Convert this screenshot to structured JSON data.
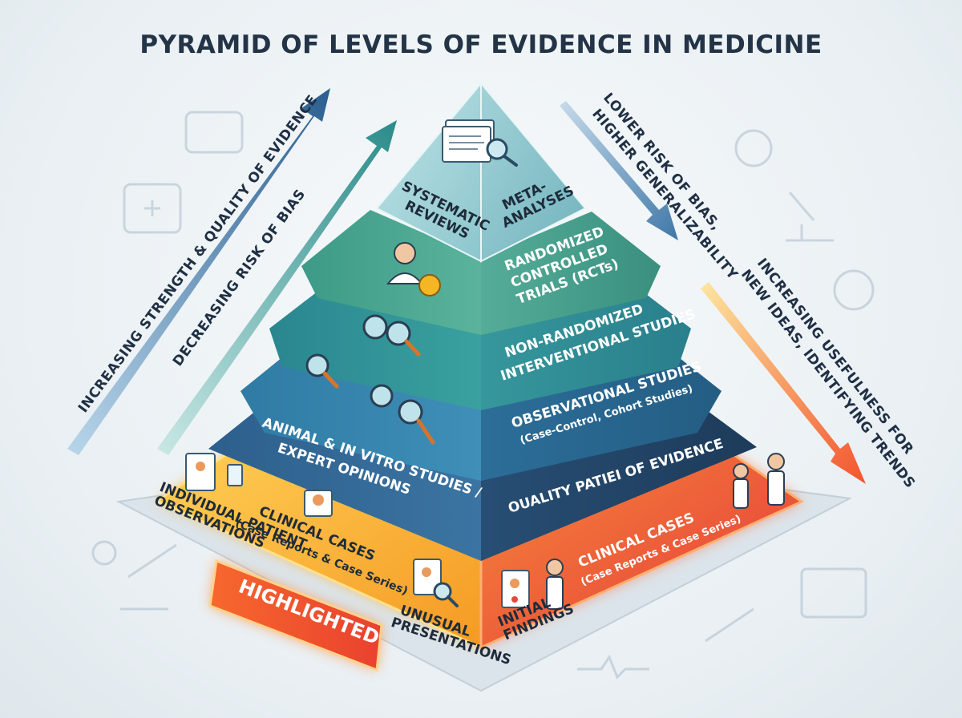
{
  "title": "PYRAMID OF LEVELS OF EVIDENCE IN MEDICINE",
  "left_arrows": {
    "outer": "INCREASING STRENGTH & QUALITY OF EVIDENCE",
    "inner": "DECREASING RISK OF BIAS"
  },
  "right_arrows": {
    "upper_line1": "LOWER RISK OF BIAS,",
    "upper_line2": "HIGHER GENERALIZABILITY",
    "lower_line1": "INCREASING USEFULNESS FOR",
    "lower_line2": "NEW IDEAS, IDENTIFYING TRENDS"
  },
  "tiers": {
    "top": {
      "left_line1": "SYSTEMATIC",
      "left_line2": "REVIEWS",
      "right_line1": "META-",
      "right_line2": "ANALYSES"
    },
    "rct": {
      "line1": "RANDOMIZED",
      "line2": "CONTROLLED",
      "line3": "TRIALS (RCTs)"
    },
    "nonrand": {
      "line1": "NON-RANDOMIZED",
      "line2": "INTERVENTIONAL STUDIES"
    },
    "obs": {
      "left_line1": "ANIMAL & IN VITRO STUDIES /",
      "left_line2": "EXPERT OPINIONS",
      "right_line1": "OBSERVATIONAL STUDIES",
      "right_line2": "(Case-Control, Cohort Studies)"
    },
    "quality": {
      "label": "OUALITY PATIEI OF EVIDENCE"
    },
    "base": {
      "left_title": "CLINICAL CASES",
      "left_sub": "(Case Reports & Case Series)",
      "left_note1": "INDIVIDUAL PATIENT",
      "left_note2": "OBSERVATIONS",
      "left_note3": "UNUSUAL",
      "left_note4": "PRESENTATIONS",
      "right_title": "CLINICAL CASES",
      "right_sub": "(Case Reports & Case Series)",
      "right_note1": "INITIAL",
      "right_note2": "FINDINGS",
      "badge": "HIGHLIGHTED"
    }
  },
  "colors": {
    "top": "#a9d6dc",
    "rct": "#3f9f8f",
    "nonrand": "#2f8a9a",
    "obs": "#2b6f93",
    "quality": "#244a6e",
    "base_left": "#f6a623",
    "base_right": "#ee5a3c"
  }
}
